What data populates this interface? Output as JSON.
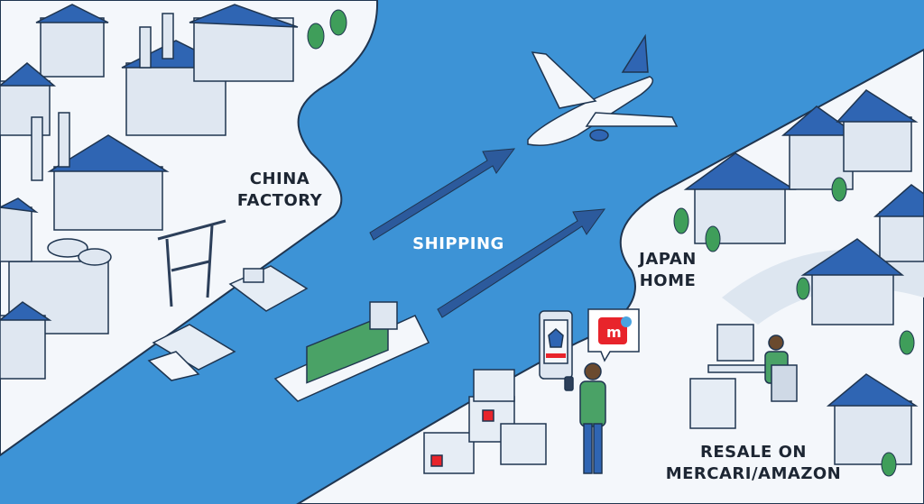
{
  "labels": {
    "origin": [
      "CHINA",
      "FACTORY"
    ],
    "transit": "SHIPPING",
    "destination": [
      "JAPAN",
      "HOME"
    ],
    "resale": [
      "RESALE ON",
      "MERCARI/AMAZON"
    ]
  },
  "app_logo": {
    "letter": "m",
    "icon": "mercari-logo-icon"
  },
  "colors": {
    "water": "#3d93d6",
    "land": "#f4f7fb",
    "roof": "#2f65b3",
    "wall": "#dfe7f1",
    "tree": "#3f9e5a",
    "arrow": "#2c5a9c",
    "mercari_red": "#e8242b"
  }
}
